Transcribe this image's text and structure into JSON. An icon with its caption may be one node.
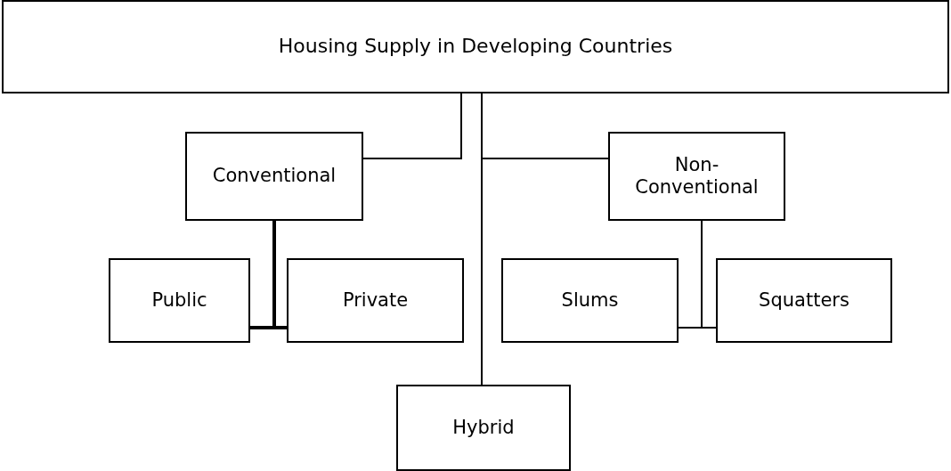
{
  "diagram": {
    "nodes": [
      {
        "text": [
          "Housing Supply in Developing Countries"
        ]
      },
      {
        "text": [
          "Conventional"
        ]
      },
      {
        "text": [
          "Non-Conventional"
        ]
      },
      {
        "text": [
          "Public"
        ]
      },
      {
        "text": [
          "Private"
        ]
      },
      {
        "text": [
          "Slums"
        ]
      },
      {
        "text": [
          "Squatters"
        ]
      },
      {
        "text": [
          "Hybrid"
        ]
      }
    ],
    "edges": [
      {
        "from": 0,
        "to": 1,
        "arrow": "none"
      },
      {
        "from": 0,
        "to": 2,
        "arrow": "none"
      },
      {
        "from": 0,
        "to": 7,
        "arrow": "none"
      },
      {
        "from": 1,
        "to": 3,
        "arrow": "none",
        "style": "thick"
      },
      {
        "from": 1,
        "to": 4,
        "arrow": "none",
        "style": "thick"
      },
      {
        "from": 2,
        "to": 5,
        "arrow": "none"
      },
      {
        "from": 2,
        "to": 6,
        "arrow": "none"
      }
    ]
  }
}
